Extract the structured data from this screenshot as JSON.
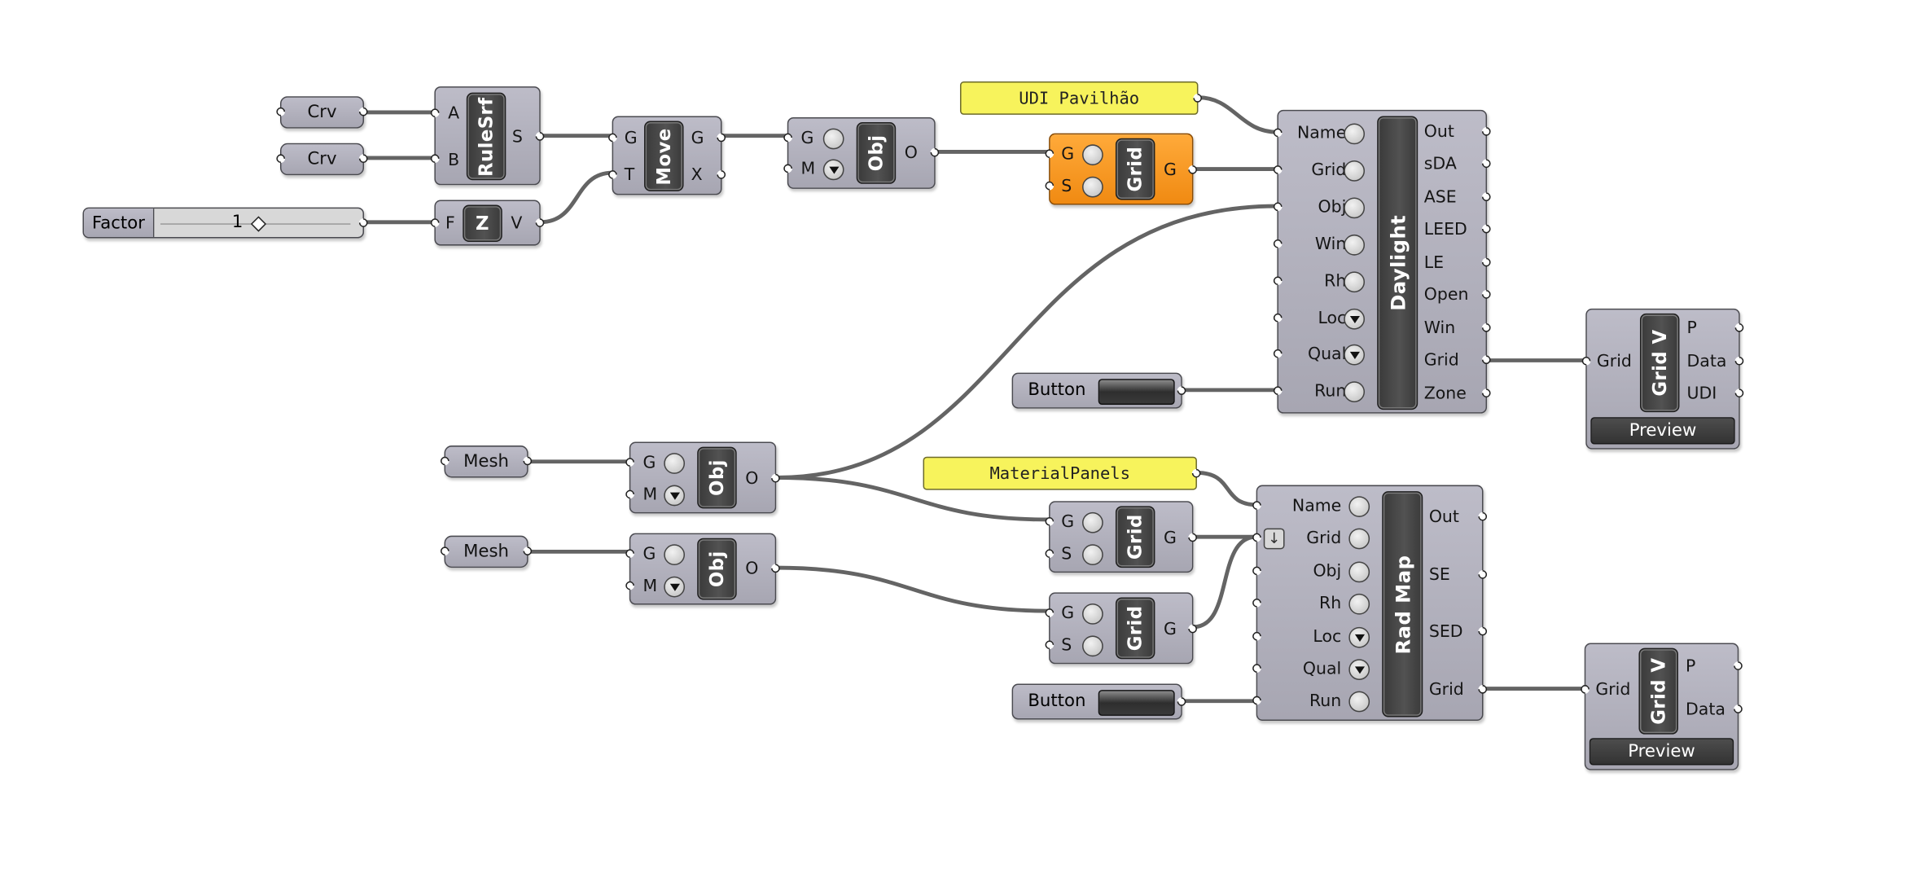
{
  "params": {
    "crv1": "Crv",
    "crv2": "Crv",
    "mesh1": "Mesh",
    "mesh2": "Mesh"
  },
  "slider": {
    "label": "Factor",
    "value": "1"
  },
  "panels": {
    "udi": "UDI Pavilhão",
    "material": "MaterialPanels"
  },
  "rulesrf": {
    "name": "RuleSrf",
    "inputs": [
      "A",
      "B"
    ],
    "outputs": [
      "S"
    ]
  },
  "unitz": {
    "name": "Z",
    "inputs": [
      "F"
    ],
    "outputs": [
      "V"
    ]
  },
  "move": {
    "name": "Move",
    "inputs": [
      "G",
      "T"
    ],
    "outputs": [
      "G",
      "X"
    ]
  },
  "obj_top": {
    "name": "Obj",
    "inputs": [
      "G",
      "M"
    ],
    "outputs": [
      "O"
    ]
  },
  "grid_top": {
    "name": "Grid",
    "inputs": [
      "G",
      "S"
    ],
    "outputs": [
      "G"
    ]
  },
  "daylight": {
    "name": "Daylight",
    "inputs": [
      "Name",
      "Grid",
      "Obj",
      "Win",
      "Rh",
      "Loc",
      "Qual",
      "Run"
    ],
    "outputs": [
      "Out",
      "sDA",
      "ASE",
      "LEED",
      "LE",
      "Open",
      "Win",
      "Grid",
      "Zone"
    ]
  },
  "gridv_top": {
    "name": "Grid V",
    "inputs": [
      "Grid"
    ],
    "outputs": [
      "P",
      "Data",
      "UDI"
    ],
    "button": "Preview"
  },
  "button1": {
    "label": "Button"
  },
  "obj_mid1": {
    "name": "Obj",
    "inputs": [
      "G",
      "M"
    ],
    "outputs": [
      "O"
    ]
  },
  "obj_mid2": {
    "name": "Obj",
    "inputs": [
      "G",
      "M"
    ],
    "outputs": [
      "O"
    ]
  },
  "grid_mid1": {
    "name": "Grid",
    "inputs": [
      "G",
      "S"
    ],
    "outputs": [
      "G"
    ]
  },
  "grid_mid2": {
    "name": "Grid",
    "inputs": [
      "G",
      "S"
    ],
    "outputs": [
      "G"
    ]
  },
  "radmap": {
    "name": "Rad Map",
    "inputs": [
      "Name",
      "Grid",
      "Obj",
      "Rh",
      "Loc",
      "Qual",
      "Run"
    ],
    "outputs": [
      "Out",
      "SE",
      "SED",
      "Grid"
    ]
  },
  "gridv_bot": {
    "name": "Grid V",
    "inputs": [
      "Grid"
    ],
    "outputs": [
      "P",
      "Data"
    ],
    "button": "Preview"
  },
  "button2": {
    "label": "Button"
  }
}
